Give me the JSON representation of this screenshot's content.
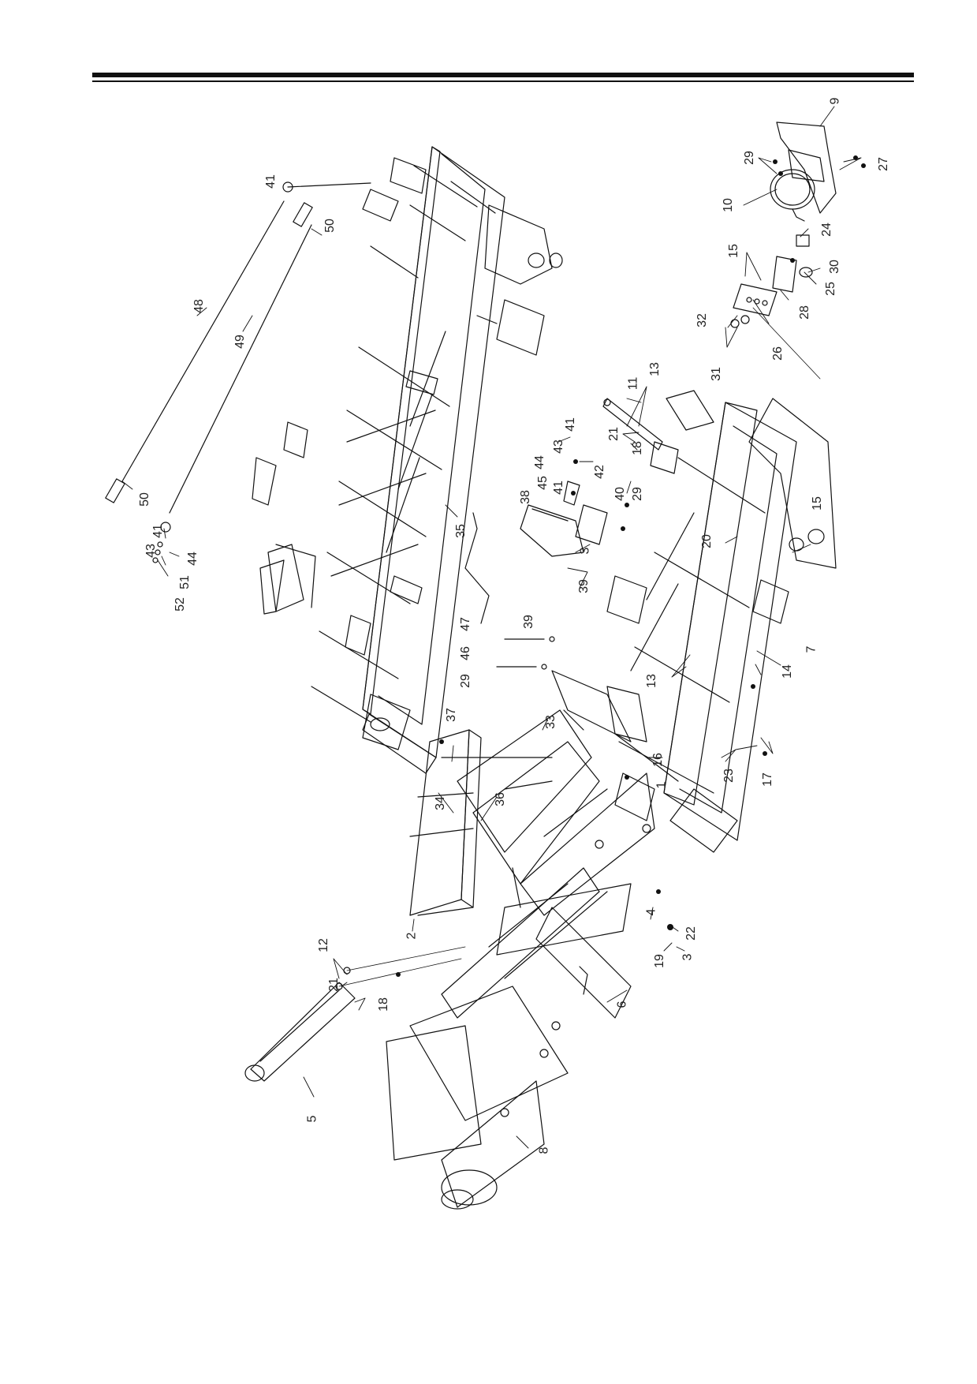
{
  "diagram": {
    "orientation": "rotated-90-ccw",
    "line_color": "#111111",
    "callouts": [
      {
        "key": "c9",
        "label": "9"
      },
      {
        "key": "c29a",
        "label": "29"
      },
      {
        "key": "c27",
        "label": "27"
      },
      {
        "key": "c10",
        "label": "10"
      },
      {
        "key": "c24",
        "label": "24"
      },
      {
        "key": "c15a",
        "label": "15"
      },
      {
        "key": "c30",
        "label": "30"
      },
      {
        "key": "c25",
        "label": "25"
      },
      {
        "key": "c28",
        "label": "28"
      },
      {
        "key": "c32",
        "label": "32"
      },
      {
        "key": "c26",
        "label": "26"
      },
      {
        "key": "c31",
        "label": "31"
      },
      {
        "key": "c11",
        "label": "11"
      },
      {
        "key": "c13a",
        "label": "13"
      },
      {
        "key": "c21a",
        "label": "21"
      },
      {
        "key": "c18a",
        "label": "18"
      },
      {
        "key": "c41a",
        "label": "41"
      },
      {
        "key": "c43a",
        "label": "43"
      },
      {
        "key": "c44a",
        "label": "44"
      },
      {
        "key": "c45",
        "label": "45"
      },
      {
        "key": "c42",
        "label": "42"
      },
      {
        "key": "c41b",
        "label": "41"
      },
      {
        "key": "c40",
        "label": "40"
      },
      {
        "key": "c29b",
        "label": "29"
      },
      {
        "key": "c38",
        "label": "38"
      },
      {
        "key": "c15b",
        "label": "15"
      },
      {
        "key": "c20",
        "label": "20"
      },
      {
        "key": "c3a",
        "label": "3"
      },
      {
        "key": "c39a",
        "label": "39"
      },
      {
        "key": "c41c",
        "label": "41"
      },
      {
        "key": "c48",
        "label": "48"
      },
      {
        "key": "c50a",
        "label": "50"
      },
      {
        "key": "c49",
        "label": "49"
      },
      {
        "key": "c35",
        "label": "35"
      },
      {
        "key": "c50b",
        "label": "50"
      },
      {
        "key": "c41d",
        "label": "41"
      },
      {
        "key": "c43b",
        "label": "43"
      },
      {
        "key": "c44b",
        "label": "44"
      },
      {
        "key": "c51",
        "label": "51"
      },
      {
        "key": "c52",
        "label": "52"
      },
      {
        "key": "c47",
        "label": "47"
      },
      {
        "key": "c46",
        "label": "46"
      },
      {
        "key": "c39b",
        "label": "39"
      },
      {
        "key": "c29c",
        "label": "29"
      },
      {
        "key": "c7",
        "label": "7"
      },
      {
        "key": "c14",
        "label": "14"
      },
      {
        "key": "c13b",
        "label": "13"
      },
      {
        "key": "c37",
        "label": "37"
      },
      {
        "key": "c33",
        "label": "33"
      },
      {
        "key": "c16",
        "label": "16"
      },
      {
        "key": "c1",
        "label": "1"
      },
      {
        "key": "c23",
        "label": "23"
      },
      {
        "key": "c17",
        "label": "17"
      },
      {
        "key": "c34",
        "label": "34"
      },
      {
        "key": "c36",
        "label": "36"
      },
      {
        "key": "c2",
        "label": "2"
      },
      {
        "key": "c4",
        "label": "4"
      },
      {
        "key": "c22",
        "label": "22"
      },
      {
        "key": "c19",
        "label": "19"
      },
      {
        "key": "c3b",
        "label": "3"
      },
      {
        "key": "c12",
        "label": "12"
      },
      {
        "key": "c21b",
        "label": "21"
      },
      {
        "key": "c18b",
        "label": "18"
      },
      {
        "key": "c6",
        "label": "6"
      },
      {
        "key": "c5",
        "label": "5"
      },
      {
        "key": "c8",
        "label": "8"
      }
    ]
  }
}
